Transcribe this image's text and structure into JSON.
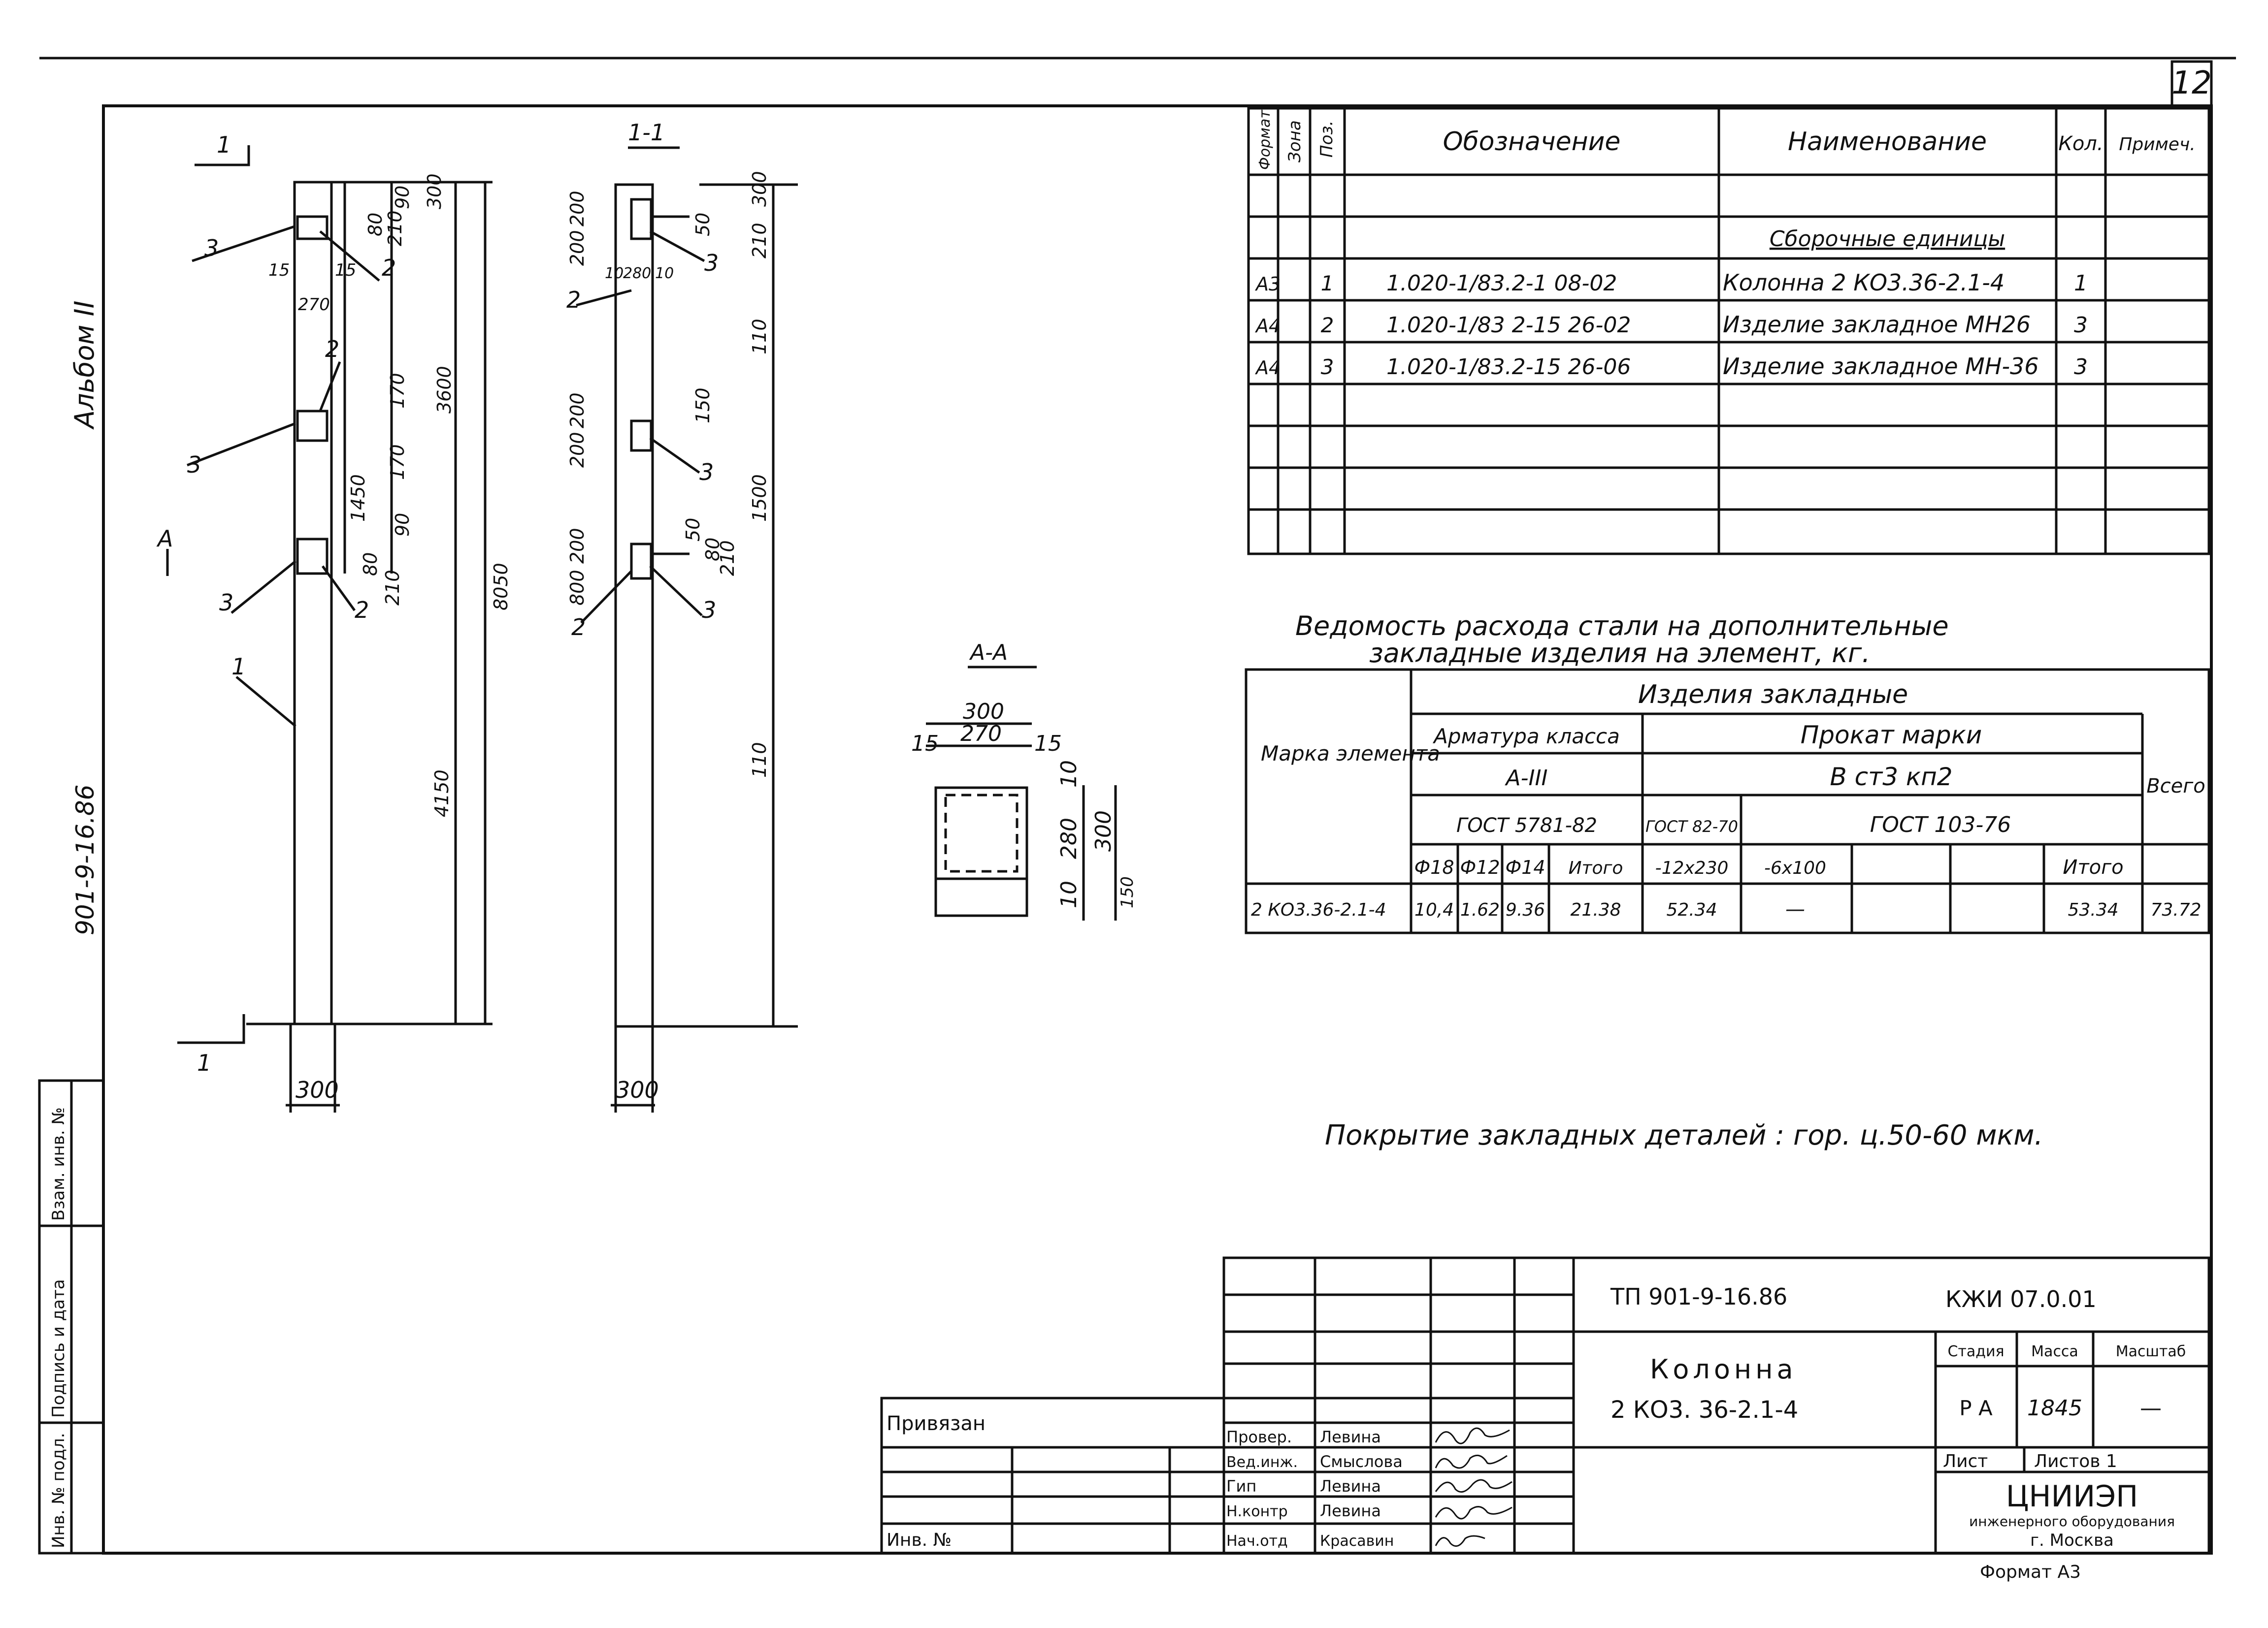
{
  "page_number": "12",
  "album_label": "Альбом II",
  "series_code": "901-9-16.86",
  "drawings": {
    "elevation": {
      "section_mark": "1",
      "section_mark_bottom": "1",
      "cut_mark": "А",
      "width_label": "300",
      "top_widths": [
        "15",
        "15",
        "270"
      ],
      "callouts": [
        "3",
        "2",
        "2",
        "3",
        "3",
        "2",
        "1"
      ],
      "dims": [
        "300",
        "90",
        "210",
        "80",
        "3600",
        "170",
        "170",
        "1450",
        "90",
        "80",
        "210",
        "8050",
        "4150"
      ]
    },
    "section_1_1": {
      "title": "1-1",
      "width_label": "300",
      "top_widths": [
        "10",
        "280",
        "10"
      ],
      "left_dims": [
        "200",
        "200",
        "200",
        "200",
        "800",
        "200"
      ],
      "right_dims": [
        "300",
        "210",
        "50",
        "110",
        "1500",
        "150",
        "50",
        "210",
        "80",
        "110"
      ],
      "callouts": [
        "3",
        "2",
        "3",
        "2",
        "3",
        "2"
      ]
    },
    "section_a_a": {
      "title": "А-А",
      "width": "300",
      "inner": "270",
      "left": "15",
      "right": "15",
      "dims": [
        "10",
        "280",
        "300",
        "10",
        "150"
      ]
    }
  },
  "spec_table": {
    "headers": [
      "Формат",
      "Зона",
      "Поз.",
      "Обозначение",
      "Наименование",
      "Кол.",
      "Примеч."
    ],
    "section_title": "Сборочные единицы",
    "rows": [
      {
        "format": "А3",
        "zone": "",
        "pos": "1",
        "designation": "1.020-1/83.2-1 08-02",
        "name": "Колонна 2 КО3.36-2.1-4",
        "qty": "1",
        "note": ""
      },
      {
        "format": "А4",
        "zone": "",
        "pos": "2",
        "designation": "1.020-1/83 2-15 26-02",
        "name": "Изделие закладное МН26",
        "qty": "3",
        "note": ""
      },
      {
        "format": "А4",
        "zone": "",
        "pos": "3",
        "designation": "1.020-1/83.2-15 26-06",
        "name": "Изделие закладное МН-36",
        "qty": "3",
        "note": ""
      }
    ]
  },
  "steel_table": {
    "title_line1": "Ведомость расхода стали на дополнительные",
    "title_line2": "закладные изделия на элемент, кг.",
    "col_mark": "Марка элемента",
    "group": "Изделия закладные",
    "rebar_class": "Арматура класса",
    "rebar_grade": "А-III",
    "rebar_gost": "ГОСТ 5781-82",
    "rolled": "Прокат марки",
    "rolled_grade": "В ст3 кп2",
    "rolled_gost1": "ГОСТ 82-70",
    "rolled_gost2": "ГОСТ 103-76",
    "total": "Всего",
    "sub_headers": [
      "Ф18",
      "Ф12",
      "Ф14",
      "Итого",
      "-12х230",
      "-6х100",
      "",
      "",
      "Итого"
    ],
    "row": [
      "2 КО3.36-2.1-4",
      "10,4",
      "1.62",
      "9.36",
      "21.38",
      "52.34",
      "—",
      "",
      "",
      "53.34",
      "73.72"
    ]
  },
  "coating_note": "Покрытие закладных деталей : гор. ц.50-60 мкм.",
  "title_block": {
    "project": "ТП 901-9-16.86",
    "code": "КЖИ 07.0.01",
    "name_line1": "Колонна",
    "name_line2": "2 КО3. 36-2.1-4",
    "stage_label": "Стадия",
    "mass_label": "Масса",
    "scale_label": "Масштаб",
    "stage": "Р А",
    "mass": "1845",
    "scale": "—",
    "sheet_label": "Лист",
    "sheets_label": "Листов 1",
    "org_line1": "ЦНИИЭП",
    "org_line2": "инженерного оборудования",
    "org_line3": "г. Москва",
    "format": "Формат А3",
    "bound": "Привязан",
    "inv": "Инв. №",
    "staff": [
      {
        "role": "Провер.",
        "name": "Левина"
      },
      {
        "role": "Вед.инж.",
        "name": "Смыслова"
      },
      {
        "role": "Гип",
        "name": "Левина"
      },
      {
        "role": "Н.контр",
        "name": "Левина"
      },
      {
        "role": "Нач.отд",
        "name": "Красавин"
      }
    ]
  },
  "side_stamp": [
    "Инв. № подл.",
    "Подпись и дата",
    "Взам. инв. №"
  ]
}
